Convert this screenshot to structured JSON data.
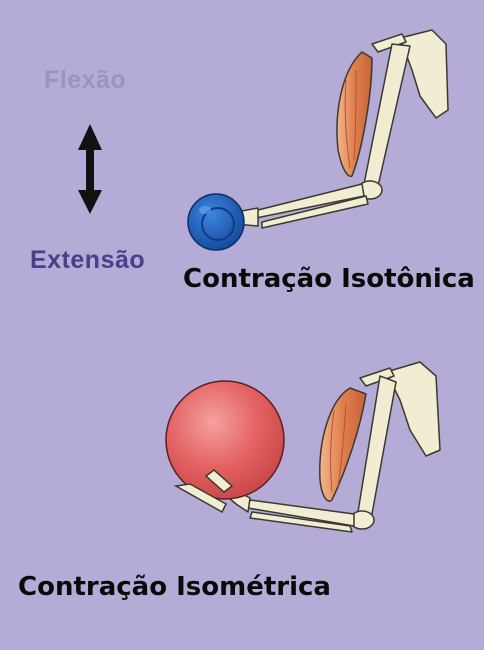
{
  "labels": {
    "flexion": "Flexão",
    "extension": "Extensão",
    "isotonic": "Contração Isotônica",
    "isometric": "Contração Isométrica"
  },
  "colors": {
    "background": "#b4abd6",
    "flexion_text": "#9b93c3",
    "extension_text": "#4b3f8a",
    "bone": "#f1ecd2",
    "bone_outline": "#3a3a30",
    "muscle": "#e2895a",
    "ball_small": "#1f5fbf",
    "ball_large": "#e45a5a",
    "arrow": "#111111"
  },
  "icons": {
    "arrow": "double-vertical-arrow-icon",
    "arm_top": "arm-skeleton-icon",
    "arm_bottom": "arm-skeleton-icon",
    "ball_top": "blue-ball-icon",
    "ball_bottom": "red-ball-icon"
  }
}
